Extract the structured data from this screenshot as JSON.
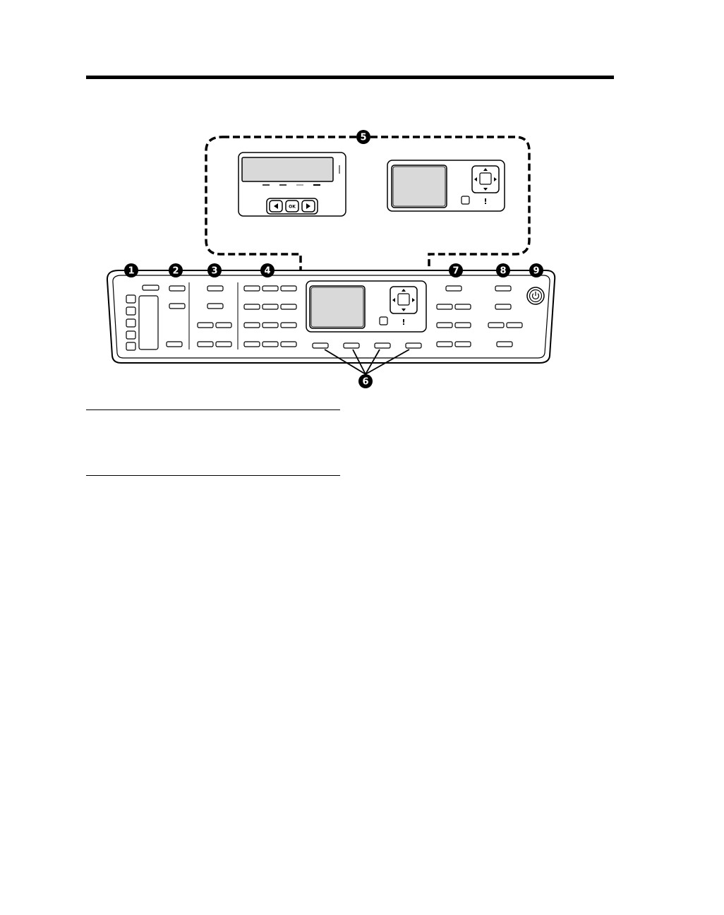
{
  "figure": {
    "callouts": [
      "1",
      "2",
      "3",
      "4",
      "5",
      "6",
      "7",
      "8",
      "9"
    ],
    "ok_label": "OK",
    "attention_symbol": "!",
    "icons": [
      "arrow-left-icon",
      "arrow-right-icon",
      "arrow-up-icon",
      "arrow-down-icon",
      "power-icon"
    ]
  }
}
